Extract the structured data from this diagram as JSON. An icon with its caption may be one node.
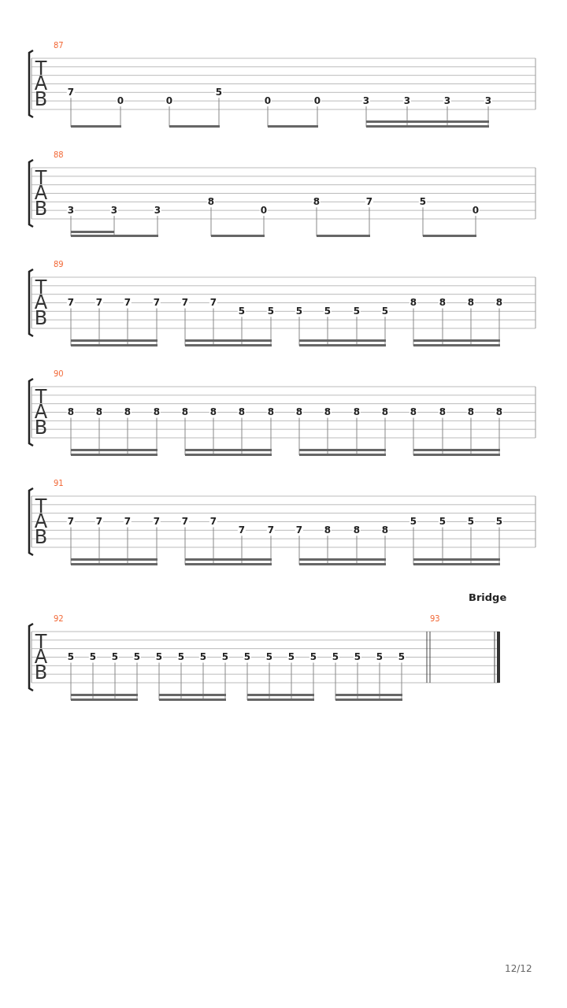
{
  "diagram": {
    "labels": [
      "87",
      "T",
      "A",
      "B",
      "7",
      "0",
      "0",
      "5",
      "0",
      "0",
      "3",
      "3",
      "3",
      "3",
      "88",
      "T",
      "A",
      "B",
      "3",
      "3",
      "3",
      "8",
      "0",
      "8",
      "7",
      "5",
      "0",
      "89",
      "T",
      "A",
      "B",
      "7",
      "7",
      "7",
      "7",
      "7",
      "7",
      "5",
      "5",
      "5",
      "5",
      "5",
      "5",
      "8",
      "8",
      "8",
      "8",
      "90",
      "T",
      "A",
      "B",
      "8",
      "8",
      "8",
      "8",
      "8",
      "8",
      "8",
      "8",
      "8",
      "8",
      "8",
      "8",
      "8",
      "8",
      "8",
      "8",
      "91",
      "T",
      "A",
      "B",
      "7",
      "7",
      "7",
      "7",
      "7",
      "7",
      "7",
      "7",
      "7",
      "8",
      "8",
      "8",
      "5",
      "5",
      "5",
      "5",
      "Bridge",
      "92",
      "93",
      "T",
      "A",
      "B",
      "5",
      "5",
      "5",
      "5",
      "5",
      "5",
      "5",
      "5",
      "5",
      "5",
      "5",
      "5",
      "5",
      "5",
      "5",
      "5",
      "12/12"
    ]
  }
}
